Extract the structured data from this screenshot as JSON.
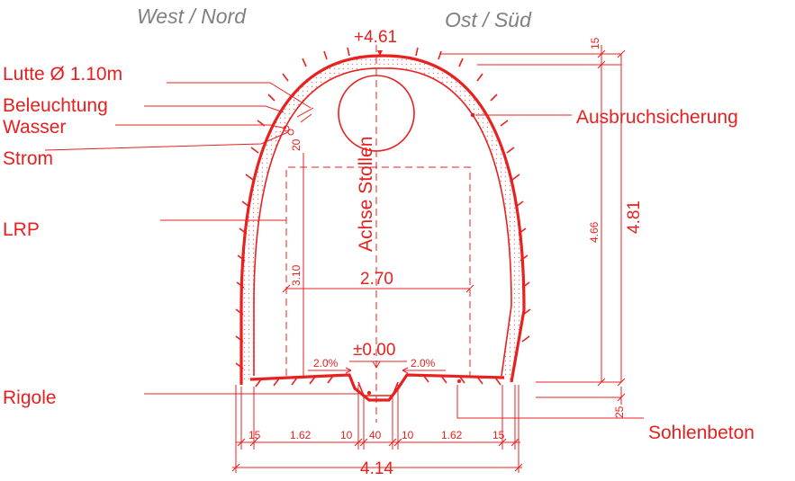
{
  "headers": {
    "left": "West / Nord",
    "right": "Ost / Süd"
  },
  "labels": {
    "lutte": "Lutte Ø 1.10m",
    "beleuchtung": "Beleuchtung",
    "wasser": "Wasser",
    "strom": "Strom",
    "lrp": "LRP",
    "rigole": "Rigole",
    "ausbruchsicherung": "Ausbruchsicherung",
    "sohlenbeton": "Sohlenbeton",
    "achse": "Achse Stollen"
  },
  "dimensions": {
    "crown_elevation": "+4.61",
    "floor_elevation": "±0.00",
    "slope_left": "2.0%",
    "slope_right": "2.0%",
    "inner_width": "2.70",
    "lrp_height": "3.10",
    "gap_top": "20",
    "top_offset": "15",
    "inner_height": "4.66",
    "total_height": "4.81",
    "bottom_offset": "25",
    "total_width": "4.14",
    "bottom": [
      "15",
      "1.62",
      "10",
      "40",
      "10",
      "1.62",
      "15"
    ]
  },
  "colors": {
    "accent": "#e8201f",
    "header_gray": "#808080"
  }
}
